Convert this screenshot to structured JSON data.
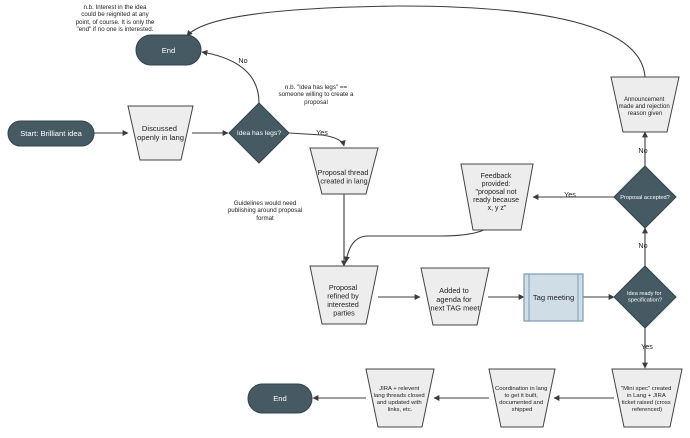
{
  "diagram": {
    "notes": {
      "interest_lines": [
        "n.b. Interest in the idea",
        "could be reignited at any",
        "point, of course. It is only the",
        "\"end\" if no one is interested."
      ],
      "legs_lines": [
        "n.b. \"Idea has legs\" ==",
        "someone willing to create a",
        "proposal"
      ],
      "guidelines_lines": [
        "Guidelines would need",
        "publishing around proposal",
        "format"
      ]
    },
    "nodes": {
      "start": "Start: Brilliant idea",
      "end_top": "End",
      "end_bottom": "End",
      "discussed": [
        "Discussed",
        "openly in lang"
      ],
      "idea_has_legs": "Idea has legs?",
      "proposal_thread": [
        "Proposal thread",
        "created in lang"
      ],
      "proposal_refined": [
        "Proposal",
        "refined by",
        "interested",
        "parties"
      ],
      "added_to_agenda": [
        "Added to",
        "agenda for",
        "next TAG meet"
      ],
      "tag_meeting": "Tag meeting",
      "idea_ready": [
        "Idea ready for",
        "specification?"
      ],
      "feedback": [
        "Feedback",
        "provided:",
        "\"proposal not",
        "ready because",
        "x, y z\""
      ],
      "proposal_accepted": "Proposal accepted?",
      "announcement": [
        "Announcement",
        "made and rejection",
        "reason given"
      ],
      "mini_spec": [
        "\"Mini spec\" created",
        "in Lang + JIRA",
        "ticket raised (cross",
        "referenced)"
      ],
      "coordination": [
        "Coordination in lang",
        "to get it built,",
        "documented and",
        "shipped"
      ],
      "jira_closed": [
        "JIRA + relevent",
        "lang threads closed",
        "and updated with",
        "links, etc."
      ]
    },
    "edge_labels": {
      "legs_no": "No",
      "legs_yes": "Yes",
      "accepted_yes": "Yes",
      "accepted_no": "No",
      "ready_no": "No",
      "ready_yes": "Yes"
    },
    "colors": {
      "dark_node": "#465a64",
      "light_node": "#ededed",
      "tag_meeting_fill": "#cfdde7",
      "tag_meeting_stroke": "#7f9bb0",
      "line": "#3c3c3c"
    }
  }
}
